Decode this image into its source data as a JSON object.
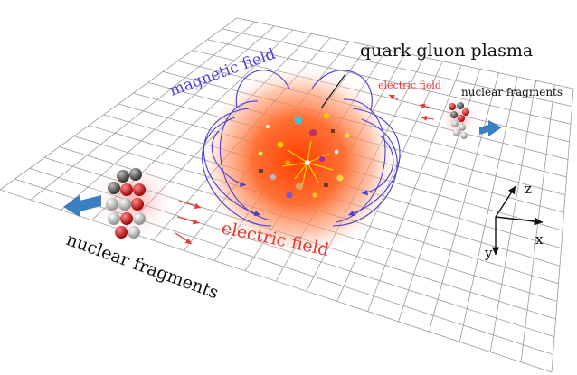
{
  "labels": {
    "quark_gluon_plasma": "quark gluon plasma",
    "magnetic_field": "magnetic field",
    "electric_field_main": "electric field",
    "electric_field_small": "electric field",
    "nuclear_fragments_left": "nuclear fragments",
    "nuclear_fragments_right": "nuclear fragments"
  },
  "axes": {
    "z": "z",
    "x": "x",
    "y": "y"
  },
  "colors": {
    "grid": "#9a9a9a",
    "plasma_core": "#ff5a1a",
    "plasma_halo": "#ffb08a",
    "magnetic_field": "#4a3fd1",
    "electric_field": "#e53935",
    "motion_arrow": "#3a7fc1",
    "nucleon_red": "#d02020",
    "nucleon_dark": "#555555",
    "nucleon_light": "#bdbdbd"
  },
  "icons": [
    "left-motion-arrow-icon",
    "right-motion-arrow-icon",
    "spark-icon"
  ]
}
